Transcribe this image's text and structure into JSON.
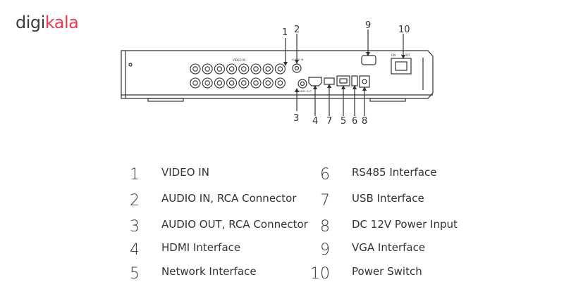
{
  "brand": {
    "part1": "digi",
    "part2": "kala"
  },
  "callouts": [
    "1",
    "2",
    "3",
    "4",
    "5",
    "6",
    "7",
    "8",
    "9",
    "10"
  ],
  "panel_text": {
    "video_in": "VIDEO IN",
    "audio_in": "AUDIO IN",
    "audio_out": "AUDIO OUT",
    "on": "ON",
    "off": "OFF"
  },
  "legend": [
    {
      "num": "1",
      "label": "VIDEO IN"
    },
    {
      "num": "2",
      "label": "AUDIO IN, RCA Connector"
    },
    {
      "num": "3",
      "label": "AUDIO OUT, RCA Connector"
    },
    {
      "num": "4",
      "label": "HDMI Interface"
    },
    {
      "num": "5",
      "label": "Network Interface"
    },
    {
      "num": "6",
      "label": "RS485 Interface"
    },
    {
      "num": "7",
      "label": "USB Interface"
    },
    {
      "num": "8",
      "label": "DC 12V Power Input"
    },
    {
      "num": "9",
      "label": "VGA Interface"
    },
    {
      "num": "10",
      "label": "Power Switch"
    }
  ],
  "colors": {
    "brand_dark": "#3c3c3c",
    "brand_red": "#ef394e",
    "line": "#333333"
  }
}
